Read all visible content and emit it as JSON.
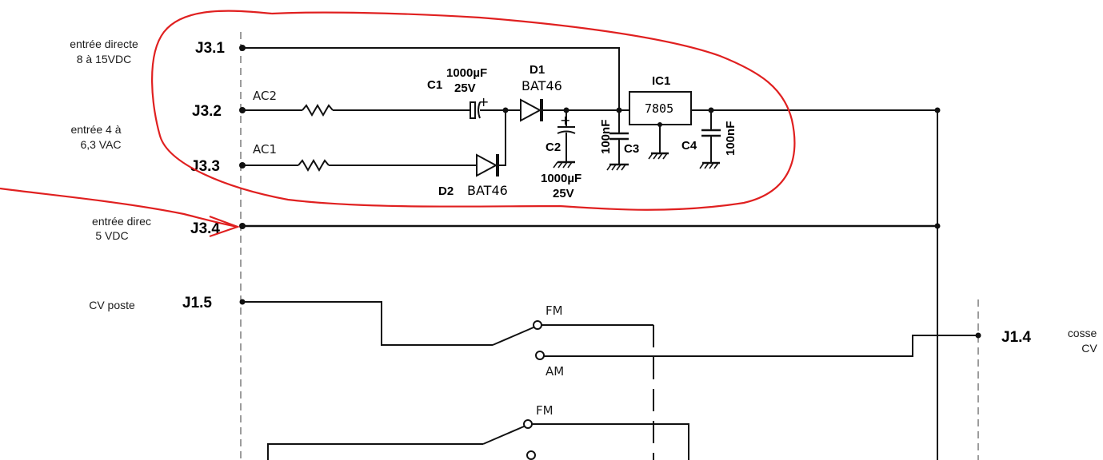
{
  "connectors": {
    "j3_1": "J3.1",
    "j3_2": "J3.2",
    "j3_3": "J3.3",
    "j3_4": "J3.4",
    "j1_5": "J1.5",
    "j1_4": "J1.4"
  },
  "side_labels": {
    "direct_line1": "entrée directe",
    "direct_line2": "8 à 15VDC",
    "ac_line1": "entrée 4 à",
    "ac_line2": "6,3 VAC",
    "dc5_line1": "entrée direc",
    "dc5_line2": "5 VDC",
    "cv_poste": "CV poste",
    "cosse_line1": "cosse",
    "cosse_line2": "CV"
  },
  "nets": {
    "ac2": "AC2",
    "ac1": "AC1"
  },
  "components": {
    "c1_name": "C1",
    "c1_value": "1000µF",
    "c1_voltage": "25V",
    "d1_name": "D1",
    "d1_part": "BAT46",
    "d2_name": "D2",
    "d2_part": "BAT46",
    "c2_name": "C2",
    "c2_value": "1000µF",
    "c2_voltage": "25V",
    "c3_name": "C3",
    "c3_value": "100nF",
    "ic1_name": "IC1",
    "ic1_part": "7805",
    "c4_name": "C4",
    "c4_value": "100nF"
  },
  "switches": {
    "sw1_fm": "FM",
    "sw1_am": "AM",
    "sw2_fm": "FM"
  },
  "colors": {
    "wire": "#111111",
    "annotation": "#e02020",
    "connector_axis": "#666666"
  }
}
